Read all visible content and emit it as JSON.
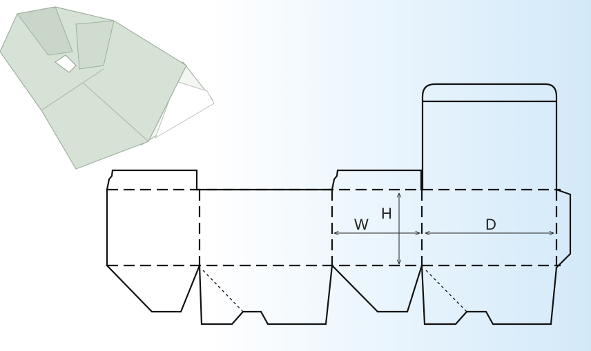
{
  "dimensions": {
    "width_label": "W",
    "height_label": "H",
    "depth_label": "D"
  },
  "colors": {
    "line": "#111111",
    "box_face": "#d4e0d4",
    "background_light": "#ffffff",
    "background_blue": "#d3e9f9"
  }
}
